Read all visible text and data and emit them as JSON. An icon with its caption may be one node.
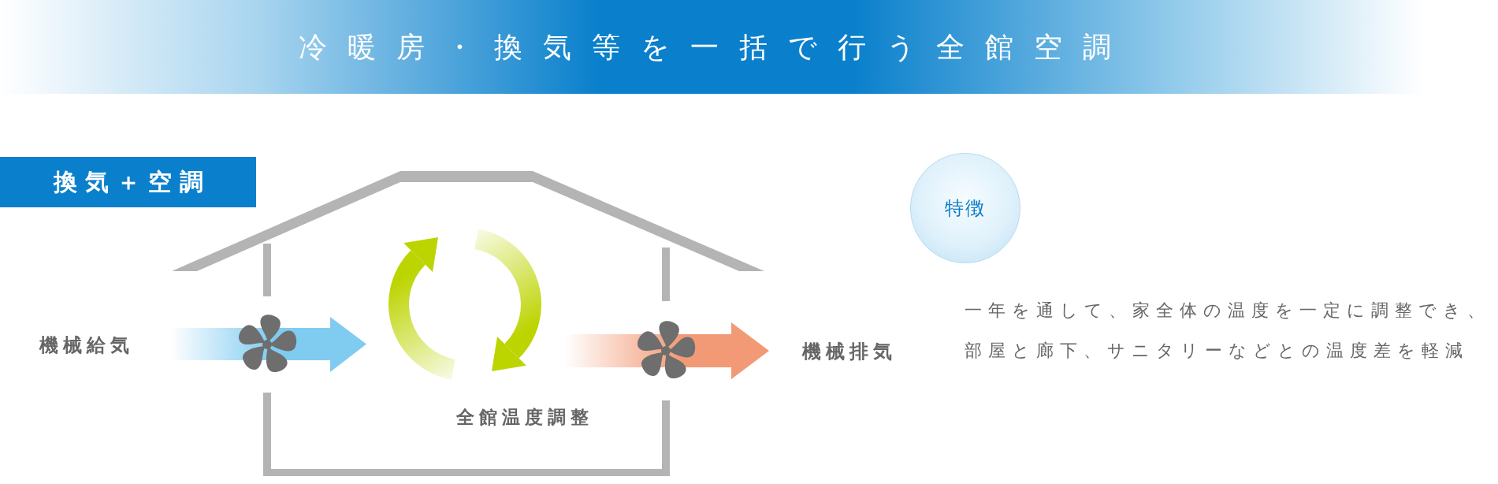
{
  "diagram": {
    "title": "冷暖房・換気等を一括で行う全館空調",
    "nodes": [
      {
        "text": [
          "換気＋空調"
        ]
      },
      {
        "text": [
          "全館温度調整"
        ]
      },
      {
        "text": [
          "特徴"
        ]
      }
    ],
    "labels": [
      "機械給気",
      "機械排気",
      "一年を通して、家全体の温度を一定に調整でき、部屋と廊下、サニタリーなどとの温度差を軽減"
    ]
  }
}
